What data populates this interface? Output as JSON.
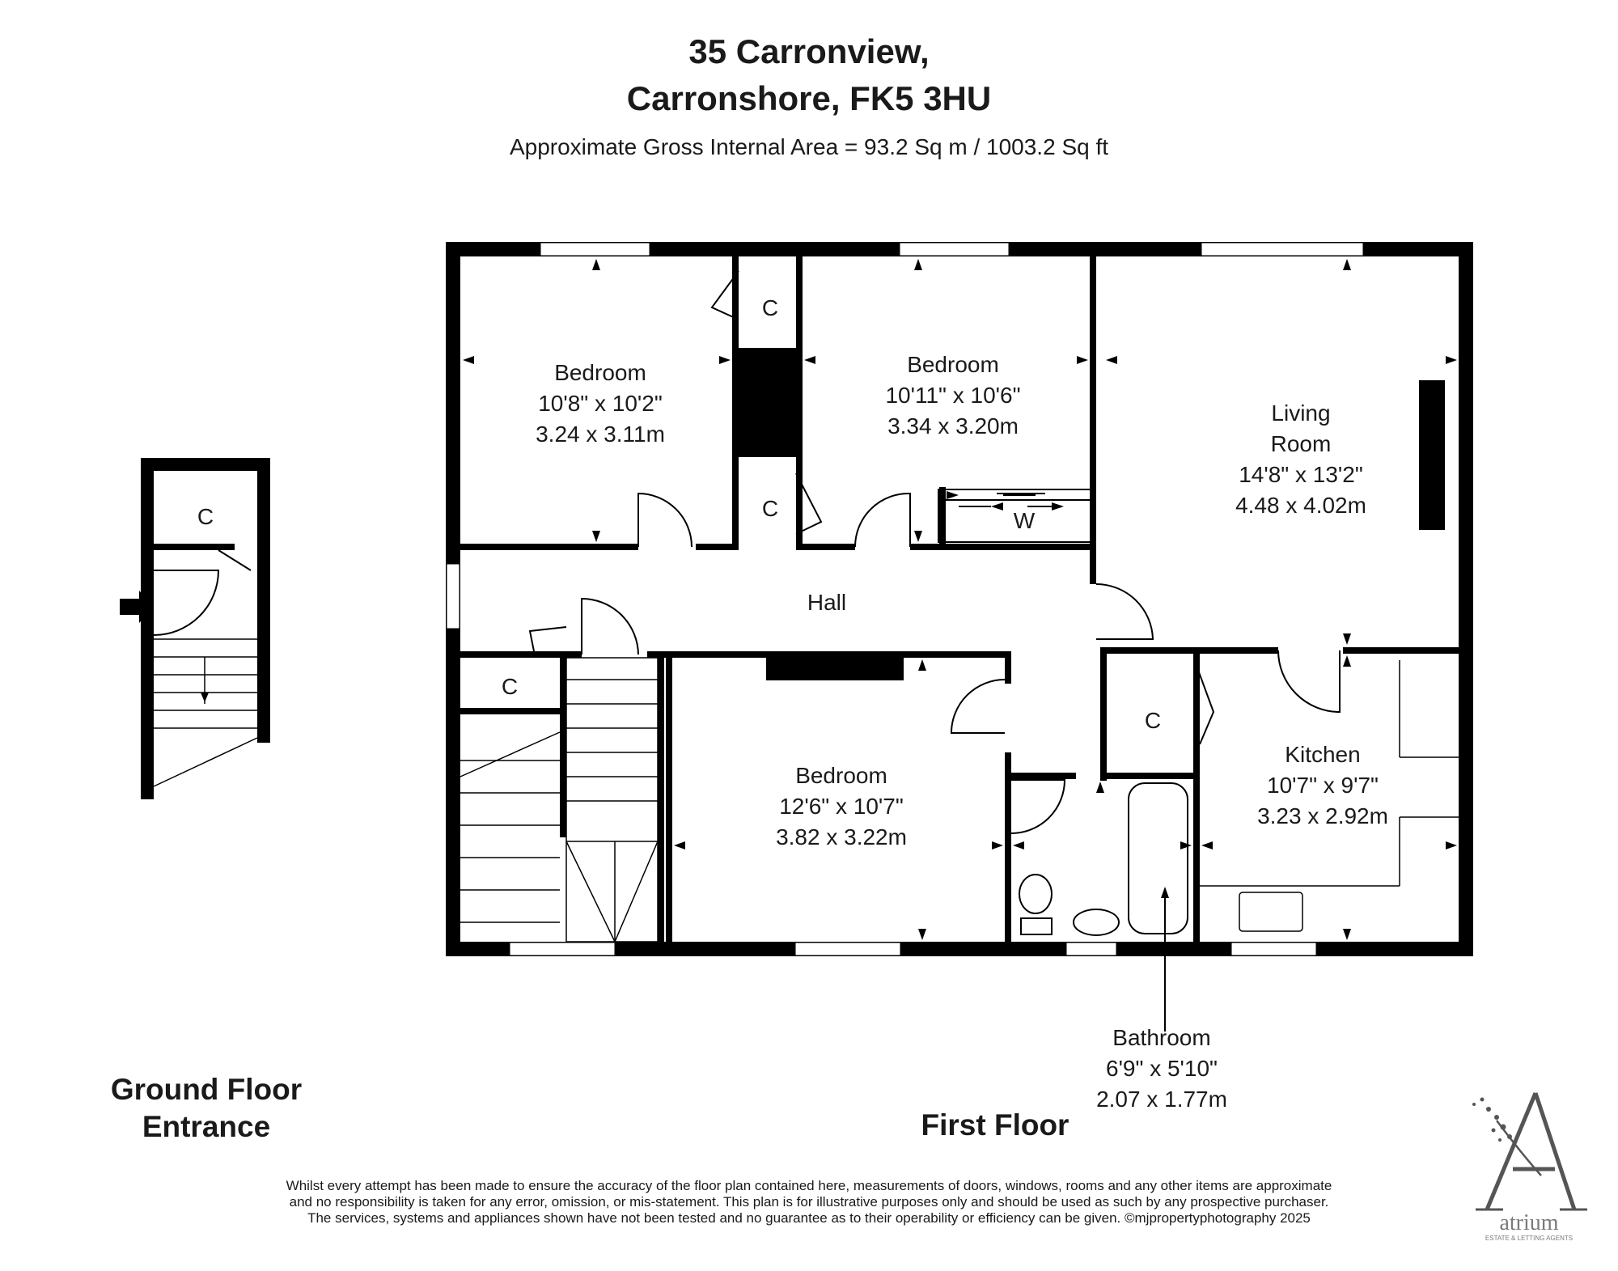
{
  "header": {
    "address_line1": "35 Carronview,",
    "address_line2": "Carronshore, FK5 3HU",
    "area": "Approximate Gross Internal Area = 93.2 Sq m / 1003.2 Sq ft"
  },
  "rooms": {
    "bedroom1": {
      "name": "Bedroom",
      "imperial": "10'8\" x 10'2\"",
      "metric": "3.24 x 3.11m"
    },
    "bedroom2": {
      "name": "Bedroom",
      "imperial": "10'11\" x 10'6\"",
      "metric": "3.34 x 3.20m"
    },
    "living": {
      "name_line1": "Living",
      "name_line2": "Room",
      "imperial": "14'8\" x 13'2\"",
      "metric": "4.48 x 4.02m"
    },
    "hall": {
      "name": "Hall"
    },
    "bedroom3": {
      "name": "Bedroom",
      "imperial": "12'6\" x 10'7\"",
      "metric": "3.82 x 3.22m"
    },
    "kitchen": {
      "name": "Kitchen",
      "imperial": "10'7\" x 9'7\"",
      "metric": "3.23 x 2.92m"
    },
    "bathroom": {
      "name": "Bathroom",
      "imperial": "6'9\" x 5'10\"",
      "metric": "2.07 x 1.77m"
    }
  },
  "cupboards": {
    "label": "C",
    "wardrobe": "W"
  },
  "floors": {
    "ground_line1": "Ground Floor",
    "ground_line2": "Entrance",
    "first": "First Floor"
  },
  "disclaimer": {
    "line1": "Whilst every attempt has been made to ensure the accuracy of the floor plan contained here, measurements of doors, windows, rooms and any other items are approximate",
    "line2": "and no responsibility is taken for any error, omission, or mis-statement. This plan is for illustrative purposes only and should be used as such by any prospective purchaser.",
    "line3": "The services, systems and appliances shown have not been tested and no guarantee as to their operability or efficiency can be given. ©mjpropertyphotography 2025"
  },
  "logo": {
    "letter": "A",
    "brand": "atrium",
    "tagline": "ESTATE & LETTING AGENTS",
    "brand_color": "#7a7a7a"
  },
  "colors": {
    "wall": "#000000",
    "text": "#1a1a1a"
  }
}
